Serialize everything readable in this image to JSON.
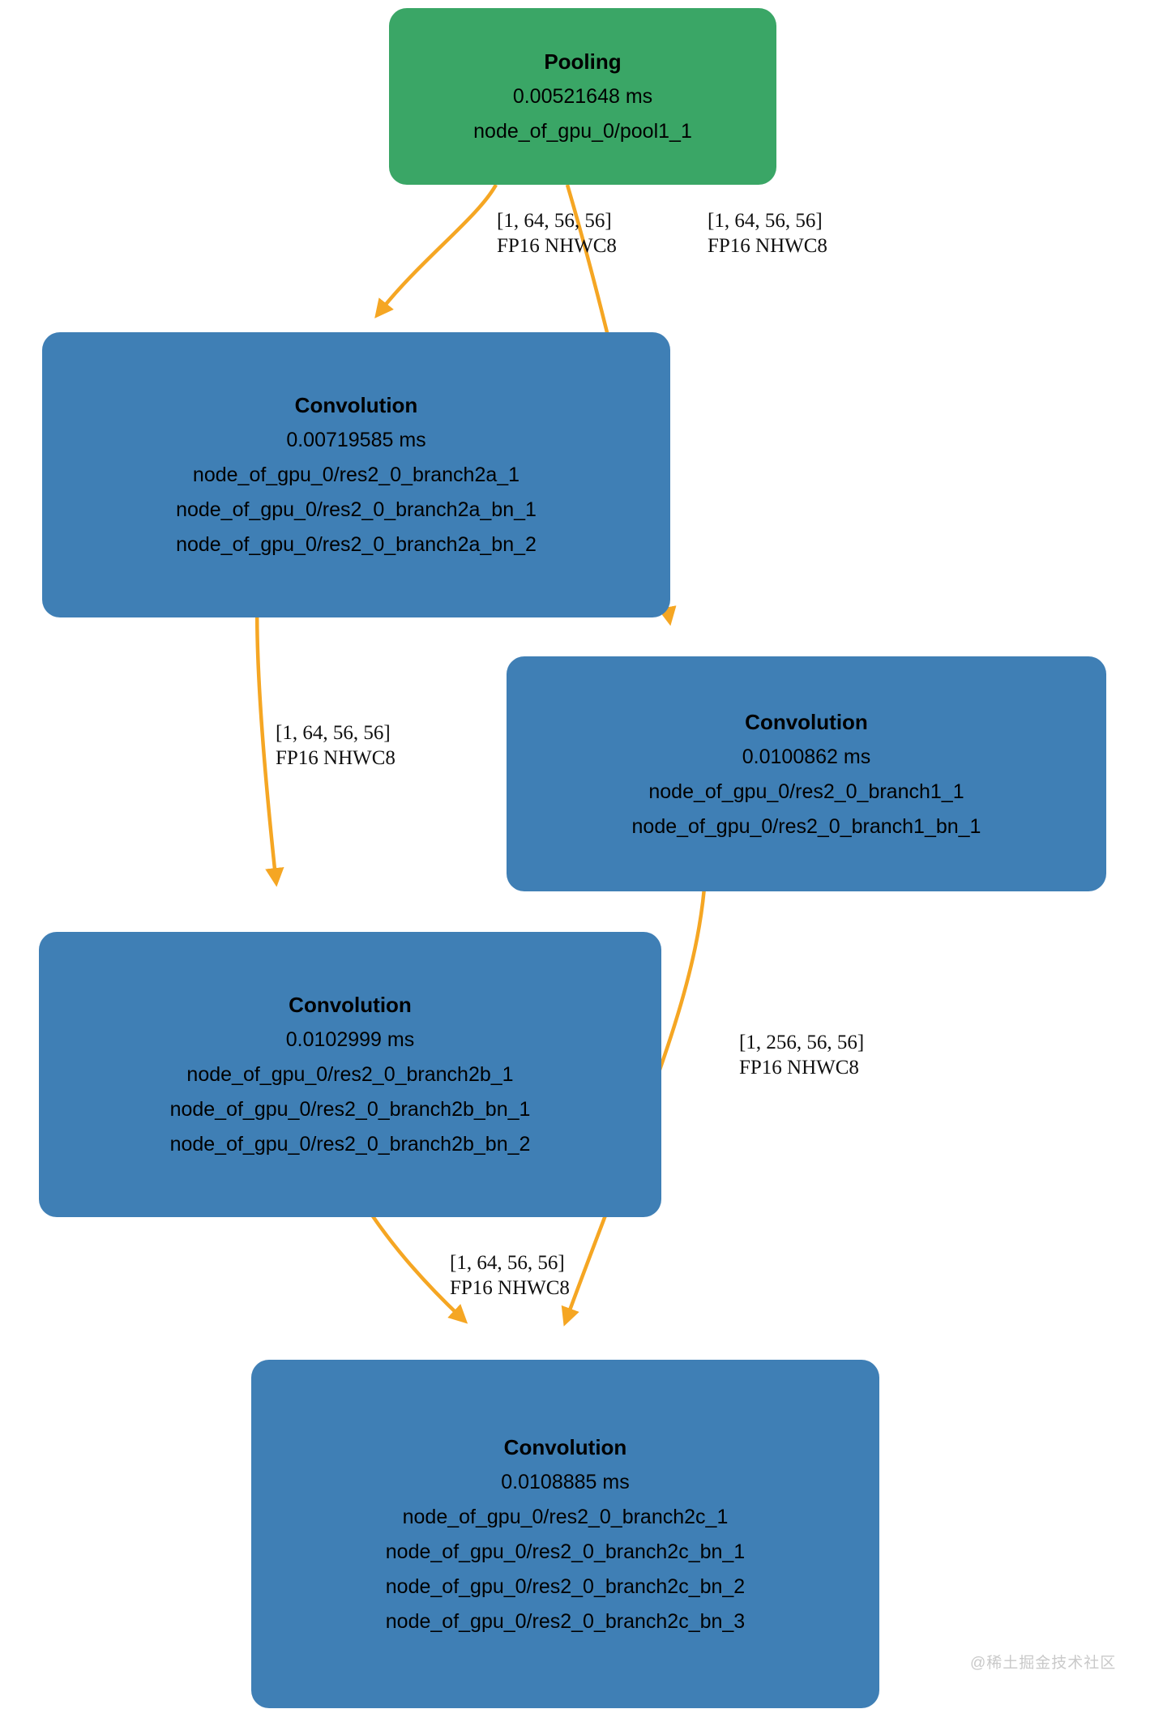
{
  "diagram": {
    "title": "TensorRT engine layer graph",
    "background": "#ffffff",
    "colors": {
      "pooling_node": "#3aa666",
      "convolution_node": "#3f7fb5",
      "edge": "#f5a623",
      "node_text": "#000000",
      "edge_label_text": "#111111",
      "watermark": "#c9c9c9"
    }
  },
  "nodes": [
    {
      "id": "pooling",
      "type": "Pooling",
      "title": "Pooling",
      "time": "0.00521648 ms",
      "layers": [
        "node_of_gpu_0/pool1_1"
      ]
    },
    {
      "id": "conv_branch2a",
      "type": "Convolution",
      "title": "Convolution",
      "time": "0.00719585 ms",
      "layers": [
        "node_of_gpu_0/res2_0_branch2a_1",
        "node_of_gpu_0/res2_0_branch2a_bn_1",
        "node_of_gpu_0/res2_0_branch2a_bn_2"
      ]
    },
    {
      "id": "conv_branch1",
      "type": "Convolution",
      "title": "Convolution",
      "time": "0.0100862 ms",
      "layers": [
        "node_of_gpu_0/res2_0_branch1_1",
        "node_of_gpu_0/res2_0_branch1_bn_1"
      ]
    },
    {
      "id": "conv_branch2b",
      "type": "Convolution",
      "title": "Convolution",
      "time": "0.0102999 ms",
      "layers": [
        "node_of_gpu_0/res2_0_branch2b_1",
        "node_of_gpu_0/res2_0_branch2b_bn_1",
        "node_of_gpu_0/res2_0_branch2b_bn_2"
      ]
    },
    {
      "id": "conv_branch2c",
      "type": "Convolution",
      "title": "Convolution",
      "time": "0.0108885 ms",
      "layers": [
        "node_of_gpu_0/res2_0_branch2c_1",
        "node_of_gpu_0/res2_0_branch2c_bn_1",
        "node_of_gpu_0/res2_0_branch2c_bn_2",
        "node_of_gpu_0/res2_0_branch2c_bn_3"
      ]
    }
  ],
  "edges": [
    {
      "id": "edge_pool_to_2a",
      "from": "pooling",
      "to": "conv_branch2a",
      "shape": "[1, 64, 56, 56]",
      "format": "FP16 NHWC8"
    },
    {
      "id": "edge_pool_to_branch1",
      "from": "pooling",
      "to": "conv_branch1",
      "shape": "[1, 64, 56, 56]",
      "format": "FP16 NHWC8"
    },
    {
      "id": "edge_2a_to_2b",
      "from": "conv_branch2a",
      "to": "conv_branch2b",
      "shape": "[1, 64, 56, 56]",
      "format": "FP16 NHWC8"
    },
    {
      "id": "edge_branch1_to_2c",
      "from": "conv_branch1",
      "to": "conv_branch2c",
      "shape": "[1, 256, 56, 56]",
      "format": "FP16 NHWC8"
    },
    {
      "id": "edge_2b_to_2c",
      "from": "conv_branch2b",
      "to": "conv_branch2c",
      "shape": "[1, 64, 56, 56]",
      "format": "FP16 NHWC8"
    }
  ],
  "watermark": {
    "text": "@稀土掘金技术社区"
  }
}
